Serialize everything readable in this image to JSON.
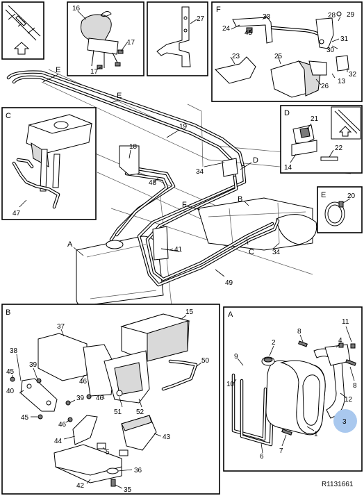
{
  "drawing_ref": "R1131661",
  "highlight_badge": "3",
  "panels": {
    "C": "C",
    "D": "D",
    "E": "E",
    "F": "F",
    "B": "B",
    "A": "A"
  },
  "main_callouts": {
    "E1": "E",
    "E2": "E",
    "n19": "19",
    "n18": "18",
    "n34a": "34",
    "D": "D",
    "n48": "48",
    "F": "F",
    "B": "B",
    "C": "C",
    "n34b": "34",
    "A": "A",
    "n41": "41",
    "n49": "49"
  },
  "panel_top_sensor": {
    "n16": "16",
    "n17a": "17",
    "n17b": "17"
  },
  "panel_bracket": {
    "n27": "27"
  },
  "panel_F": {
    "n24": "24",
    "n33": "33",
    "n45": "45",
    "n28": "28",
    "n29": "29",
    "n31": "31",
    "n30": "30",
    "n23": "23",
    "n25": "25",
    "n32": "32",
    "n13": "13",
    "n26": "26"
  },
  "panel_C": {
    "n47": "47"
  },
  "panel_D": {
    "n21": "21",
    "n22": "22",
    "n14": "14"
  },
  "panel_E": {
    "n20": "20"
  },
  "panel_B": {
    "n15": "15",
    "n37": "37",
    "n50": "50",
    "n38": "38",
    "n39a": "39",
    "n45a": "45",
    "n46a": "46",
    "n40": "40",
    "n39b": "39",
    "n45b": "45",
    "n46b": "46",
    "n51": "51",
    "n52": "52",
    "n46c": "46",
    "n44": "44",
    "n43": "43",
    "n5": "5",
    "n42": "42",
    "n36": "36",
    "n35": "35"
  },
  "panel_A": {
    "n8a": "8",
    "n11": "11",
    "n2": "2",
    "n4": "4",
    "n8b": "8",
    "n9": "9",
    "n10": "10",
    "n12": "12",
    "n1": "1",
    "n7": "7",
    "n6": "6"
  },
  "colors": {
    "ink": "#000000",
    "paper": "#ffffff",
    "badge": "#a9c8ee"
  }
}
